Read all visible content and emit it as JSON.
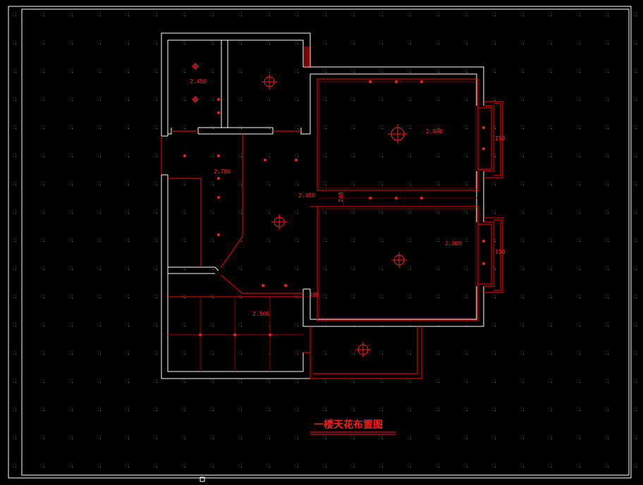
{
  "drawing": {
    "title": "一楼天花布置图",
    "background": "#000000",
    "wall_color": "#ffffff",
    "line_color": "#ff0000",
    "height_labels": [
      "2.450",
      "2.700",
      "2.450",
      "2.800",
      "2.800",
      "2.500"
    ],
    "dimension_labels": [
      "150",
      "150",
      "240",
      "300"
    ]
  }
}
